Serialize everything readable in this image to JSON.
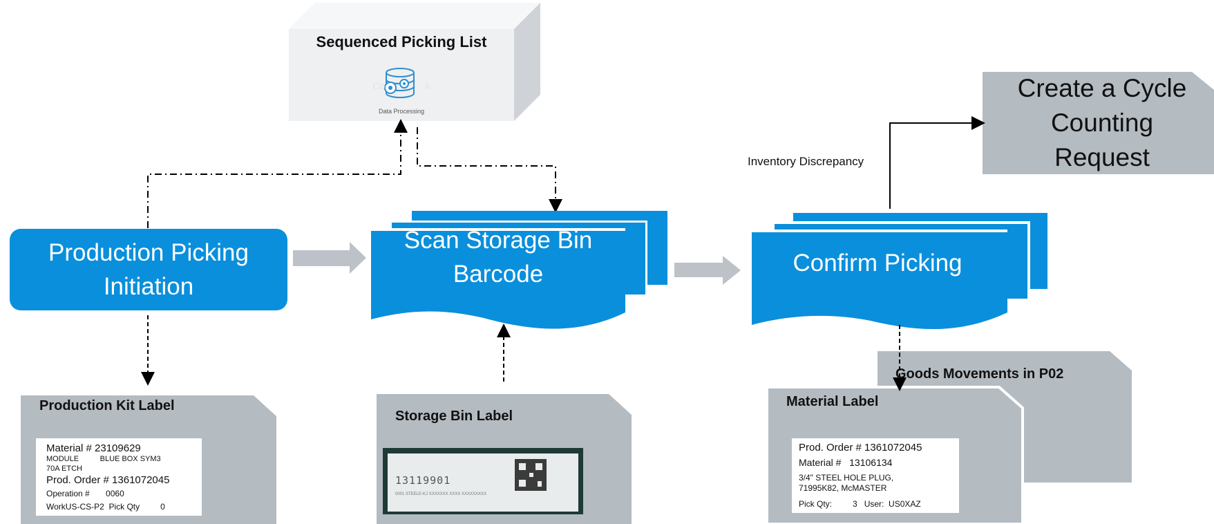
{
  "colors": {
    "blue": "#0a8fdc",
    "gray_card": "#b4bbc1",
    "light_box": "#eef0f2",
    "arrow_gray": "#bcc2c7"
  },
  "picking_list": {
    "title": "Sequenced Picking List",
    "faded_text": "Co               k",
    "icon_caption": "Data Processing",
    "icon": "database-gear-icon"
  },
  "nodes": {
    "production_picking": "Production Picking Initiation",
    "scan_storage": "Scan Storage Bin Barcode",
    "confirm_picking": "Confirm Picking",
    "cycle_counting": "Create a Cycle Counting Request"
  },
  "edge_labels": {
    "inventory_discrepancy": "Inventory Discrepancy"
  },
  "cards": {
    "production_kit": {
      "title": "Production Kit Label",
      "lines": {
        "material": "Material #   23109629",
        "desc1": "MODULE          BLUE BOX SYM3",
        "desc2": "70A ETCH",
        "prod_order": "Prod. Order # 1361072045",
        "operation": "Operation #       0060",
        "work": "WorkUS-CS-P2  Pick Qty         0"
      }
    },
    "storage_bin": {
      "title": "Storage Bin Label",
      "barcode_number": "13119901",
      "small_text": "0001 STEELE-KJ  XXXXXXX  XXXX  XXXXXXXXX"
    },
    "goods_movements": {
      "title": "Goods Movements in P02"
    },
    "material_label": {
      "title": "Material Label",
      "lines": {
        "prod_order": "Prod. Order # 1361072045",
        "material": "Material #   13106134",
        "desc1": "3/4\" STEEL HOLE PLUG,",
        "desc2": "71995K82, McMASTER",
        "pick": "Pick Qty:         3   User:  US0XAZ"
      }
    }
  }
}
